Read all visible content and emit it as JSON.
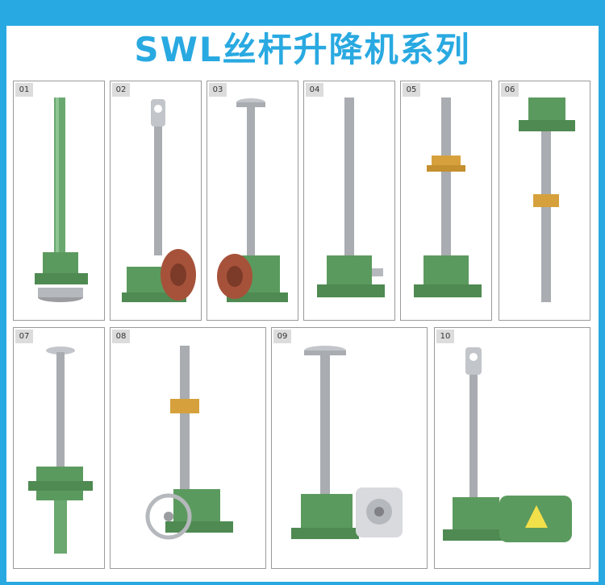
{
  "title": "SWL丝杆升降机系列",
  "products": [
    {
      "num": "01"
    },
    {
      "num": "02"
    },
    {
      "num": "03"
    },
    {
      "num": "04"
    },
    {
      "num": "05"
    },
    {
      "num": "06"
    },
    {
      "num": "07"
    },
    {
      "num": "08"
    },
    {
      "num": "09"
    },
    {
      "num": "10"
    }
  ],
  "colors": {
    "accent": "#29a9e1",
    "housing": "#5b9a5e",
    "screw": "#b5b8bc",
    "brass": "#d6a13c",
    "flange": "#a6523a"
  }
}
